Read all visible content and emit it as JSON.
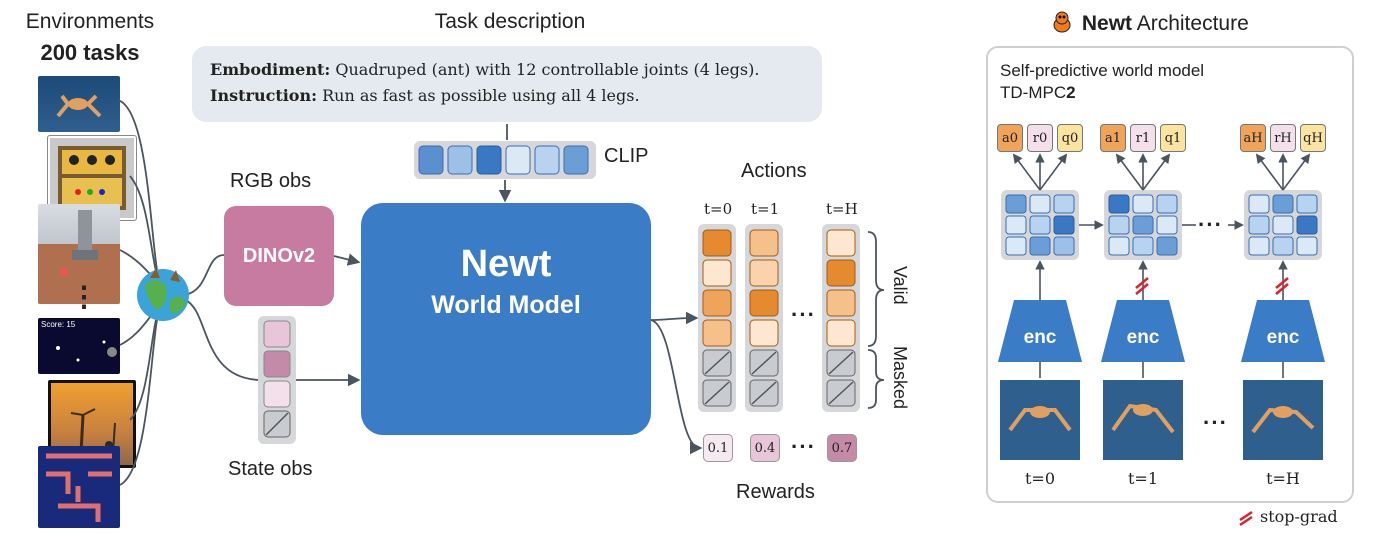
{
  "environments": {
    "title": "Environments",
    "count": "200 tasks",
    "ellipsis": "⋮",
    "game_score_text": "Score: 15"
  },
  "task": {
    "title": "Task description",
    "embodiment_label": "Embodiment:",
    "embodiment_text": " Quadruped (ant) with 12 controllable joints (4 legs).",
    "instruction_label": "Instruction:",
    "instruction_text": " Run as fast as possible using all 4 legs."
  },
  "clip": {
    "label": "CLIP"
  },
  "rgb": {
    "label": "RGB obs",
    "encoder": "DINOv2"
  },
  "state": {
    "label": "State obs"
  },
  "world_model": {
    "title": "Newt",
    "subtitle": "World Model"
  },
  "actions": {
    "label": "Actions",
    "time_steps": [
      "t=0",
      "t=1",
      "t=H"
    ],
    "valid_label": "Valid",
    "masked_label": "Masked",
    "ellipsis": "···"
  },
  "rewards": {
    "label": "Rewards",
    "values": [
      "0.1",
      "0.4",
      "0.7"
    ],
    "ellipsis": "···"
  },
  "architecture": {
    "title_bold": "Newt",
    "title_rest": " Architecture",
    "subtitle1": "Self-predictive world model",
    "subtitle2_prefix": "TD-MPC",
    "subtitle2_bold": "2",
    "encoder_label": "enc",
    "steps": [
      {
        "t_label": "t=0",
        "outputs": [
          "a0",
          "r0",
          "q0"
        ]
      },
      {
        "t_label": "t=1",
        "outputs": [
          "a1",
          "r1",
          "q1"
        ]
      },
      {
        "t_label": "t=H",
        "outputs": [
          "aH",
          "rH",
          "qH"
        ]
      }
    ],
    "ellipsis": "···",
    "stopgrad_label": "stop-grad"
  },
  "colors": {
    "world_model": "#3a7cc6",
    "dino": "#c87ba0",
    "task_box": "#e4eaf0",
    "action_dark": "#e58a2e",
    "action_mid": "#f5c08a",
    "action_light": "#fde7d0",
    "stopgrad": "#d9232e"
  }
}
